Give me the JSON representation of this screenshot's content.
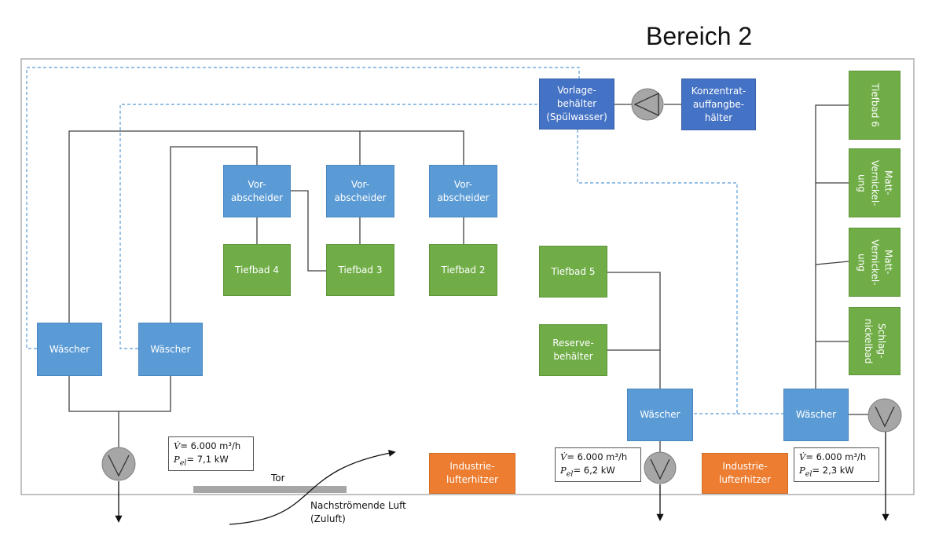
{
  "title": "Bereich 2",
  "boxes": {
    "vorlage": "Vorlage-\nbehälter\n(Spülwasser)",
    "konzentrat": "Konzentrat-\nauffangbe-\nhälter",
    "vor1": "Vor-\nabscheider",
    "vor2": "Vor-\nabscheider",
    "vor3": "Vor-\nabscheider",
    "tiefbad4": "Tiefbad 4",
    "tiefbad3": "Tiefbad 3",
    "tiefbad2": "Tiefbad 2",
    "tiefbad5": "Tiefbad 5",
    "reserve": "Reserve-\nbehälter",
    "tiefbad6": "Tiefbad 6",
    "matt1": "Matt-\nVernickel-\nung",
    "matt2": "Matt-\nVernickel-\nung",
    "schlag": "Schlag-\nnickelbad",
    "waescher1": "Wäscher",
    "waescher2": "Wäscher",
    "waescher3": "Wäscher",
    "waescher4": "Wäscher",
    "ind1": "Industrie-\nlufterhitzer",
    "ind2": "Industrie-\nlufterhitzer"
  },
  "notes": {
    "n1": {
      "flow": "= 6.000 m³/h",
      "power": "= 7,1 kW"
    },
    "n2": {
      "flow": "= 6.000 m³/h",
      "power": "= 6,2 kW"
    },
    "n3": {
      "flow": "= 6.000 m³/h",
      "power": "= 2,3 kW"
    }
  },
  "labels": {
    "tor": "Tor",
    "luft": "Nachströmende Luft\n(Zuluft)"
  },
  "colors": {
    "blue": "#5B9BD5",
    "dark_blue": "#4472C4",
    "green": "#70AD47",
    "orange": "#ED7D31",
    "fan": "#A6A6A6",
    "dashed": "#5B9BD5"
  }
}
